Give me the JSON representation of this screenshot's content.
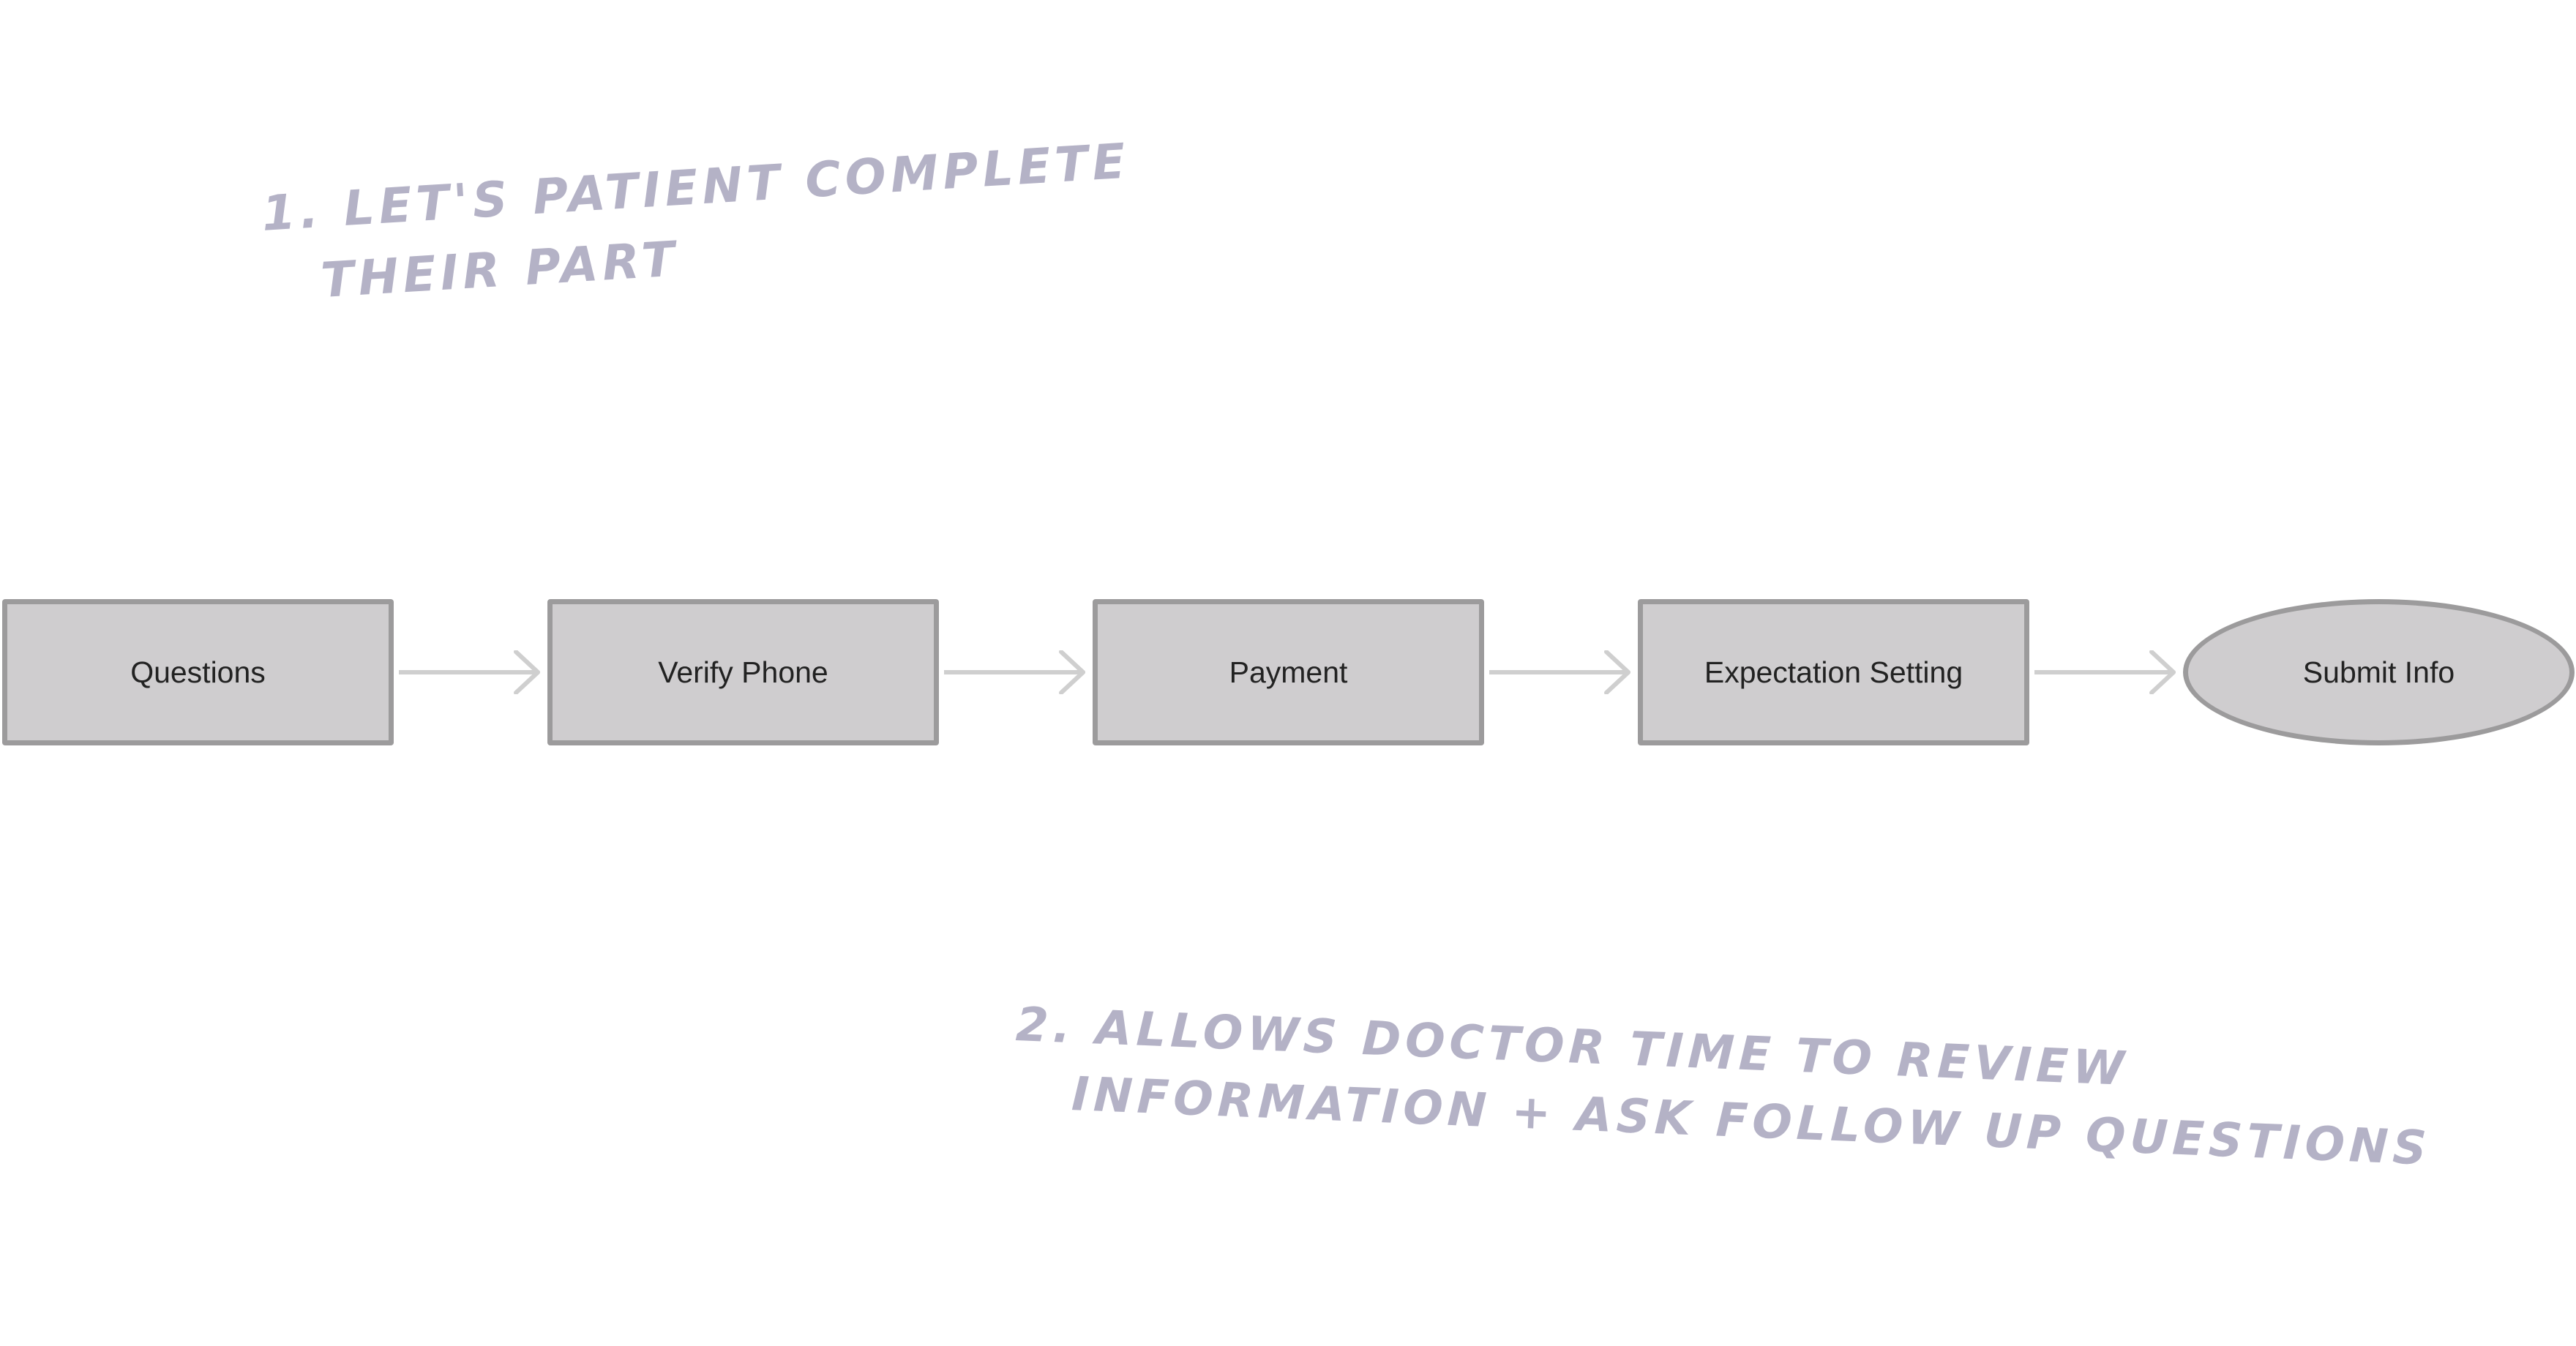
{
  "diagram": {
    "nodes": [
      {
        "label": "Questions",
        "shape": "rect"
      },
      {
        "label": "Verify Phone",
        "shape": "rect"
      },
      {
        "label": "Payment",
        "shape": "rect"
      },
      {
        "label": "Expectation Setting",
        "shape": "rect"
      },
      {
        "label": "Submit Info",
        "shape": "ellipse"
      }
    ],
    "edges": [
      {
        "from": "Questions",
        "to": "Verify Phone"
      },
      {
        "from": "Verify Phone",
        "to": "Payment"
      },
      {
        "from": "Payment",
        "to": "Expectation Setting"
      },
      {
        "from": "Expectation Setting",
        "to": "Submit Info"
      }
    ]
  },
  "annotations": {
    "note_1": {
      "line_1": "1. Let's patient complete",
      "line_2": "their part"
    },
    "note_2": {
      "line_1": "2. Allows doctor time to review",
      "line_2": "information + ask follow up questions"
    }
  },
  "colors": {
    "node_fill": "#cfcdcf",
    "node_border": "#9c9b9c",
    "arrow": "#cfcfcf",
    "annotation_text": "#b4b2c6",
    "label_text": "#222222"
  }
}
